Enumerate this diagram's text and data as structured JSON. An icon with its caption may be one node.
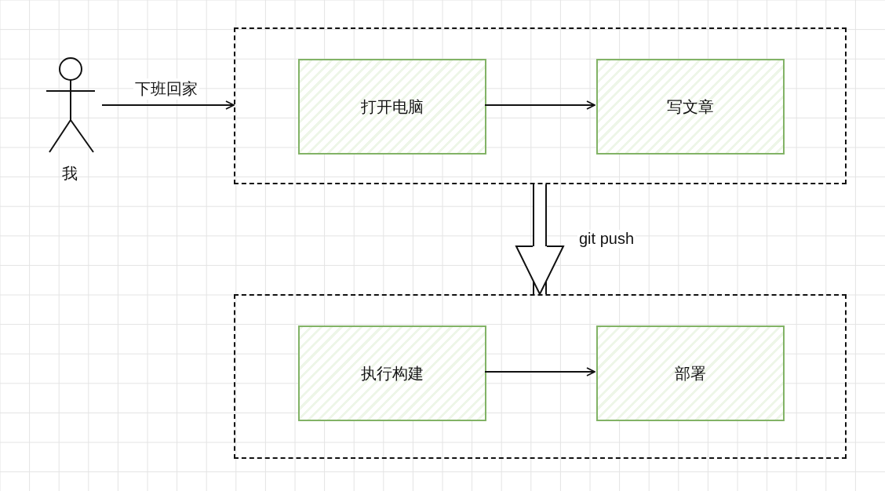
{
  "diagram": {
    "nodes": [
      {
        "text": [
          "我"
        ]
      },
      {
        "text": [],
        "shape": "box"
      },
      {
        "text": [
          "打开电脑"
        ],
        "in": 1
      },
      {
        "text": [
          "写文章"
        ],
        "in": 1
      },
      {
        "text": [],
        "shape": "box"
      },
      {
        "text": [
          "执行构建"
        ],
        "in": 4
      },
      {
        "text": [
          "部署"
        ],
        "in": 4
      }
    ],
    "edges": [
      {
        "from": 0,
        "to": 1,
        "arrow": "to",
        "label": "下班回家"
      },
      {
        "from": 2,
        "to": 3,
        "arrow": "to"
      },
      {
        "from": 1,
        "to": 4,
        "arrow": "to",
        "label": "git push",
        "style": "thick"
      },
      {
        "from": 5,
        "to": 6,
        "arrow": "to"
      }
    ]
  }
}
